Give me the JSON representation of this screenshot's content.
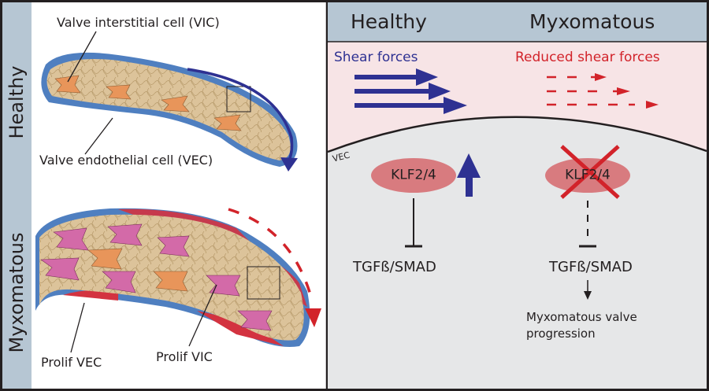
{
  "left_panel": {
    "side_labels": [
      "Healthy",
      "Myxomatous"
    ],
    "labels": {
      "vic": "Valve interstitial cell (VIC)",
      "vec": "Valve endothelial cell (VEC)",
      "prolif_vec": "Prolif VEC",
      "prolif_vic": "Prolif VIC"
    }
  },
  "right_panel": {
    "headers": [
      "Healthy",
      "Myxomatous"
    ],
    "healthy": {
      "flow_label": "Shear forces",
      "cell_label": "VEC",
      "factor": "KLF2/4",
      "target": "TGFß/SMAD"
    },
    "myxomatous": {
      "flow_label": "Reduced shear forces",
      "factor": "KLF2/4",
      "target": "TGFß/SMAD",
      "outcome_line1": "Myxomatous valve",
      "outcome_line2": "progression"
    }
  },
  "colors": {
    "healthy_blue": "#2e3192",
    "myxomatous_red": "#d2232a",
    "header_band": "#b6c6d3",
    "flow_region": "#f7e4e6",
    "cell_region": "#e6e7e8",
    "klf_ellipse": "#d87b7f",
    "vic_orange": "#e8955a",
    "vic_pink": "#d36aa8",
    "vec_blue": "#4f7fc0",
    "vec_red": "#d33340",
    "matrix_tan": "#dcc39a"
  }
}
